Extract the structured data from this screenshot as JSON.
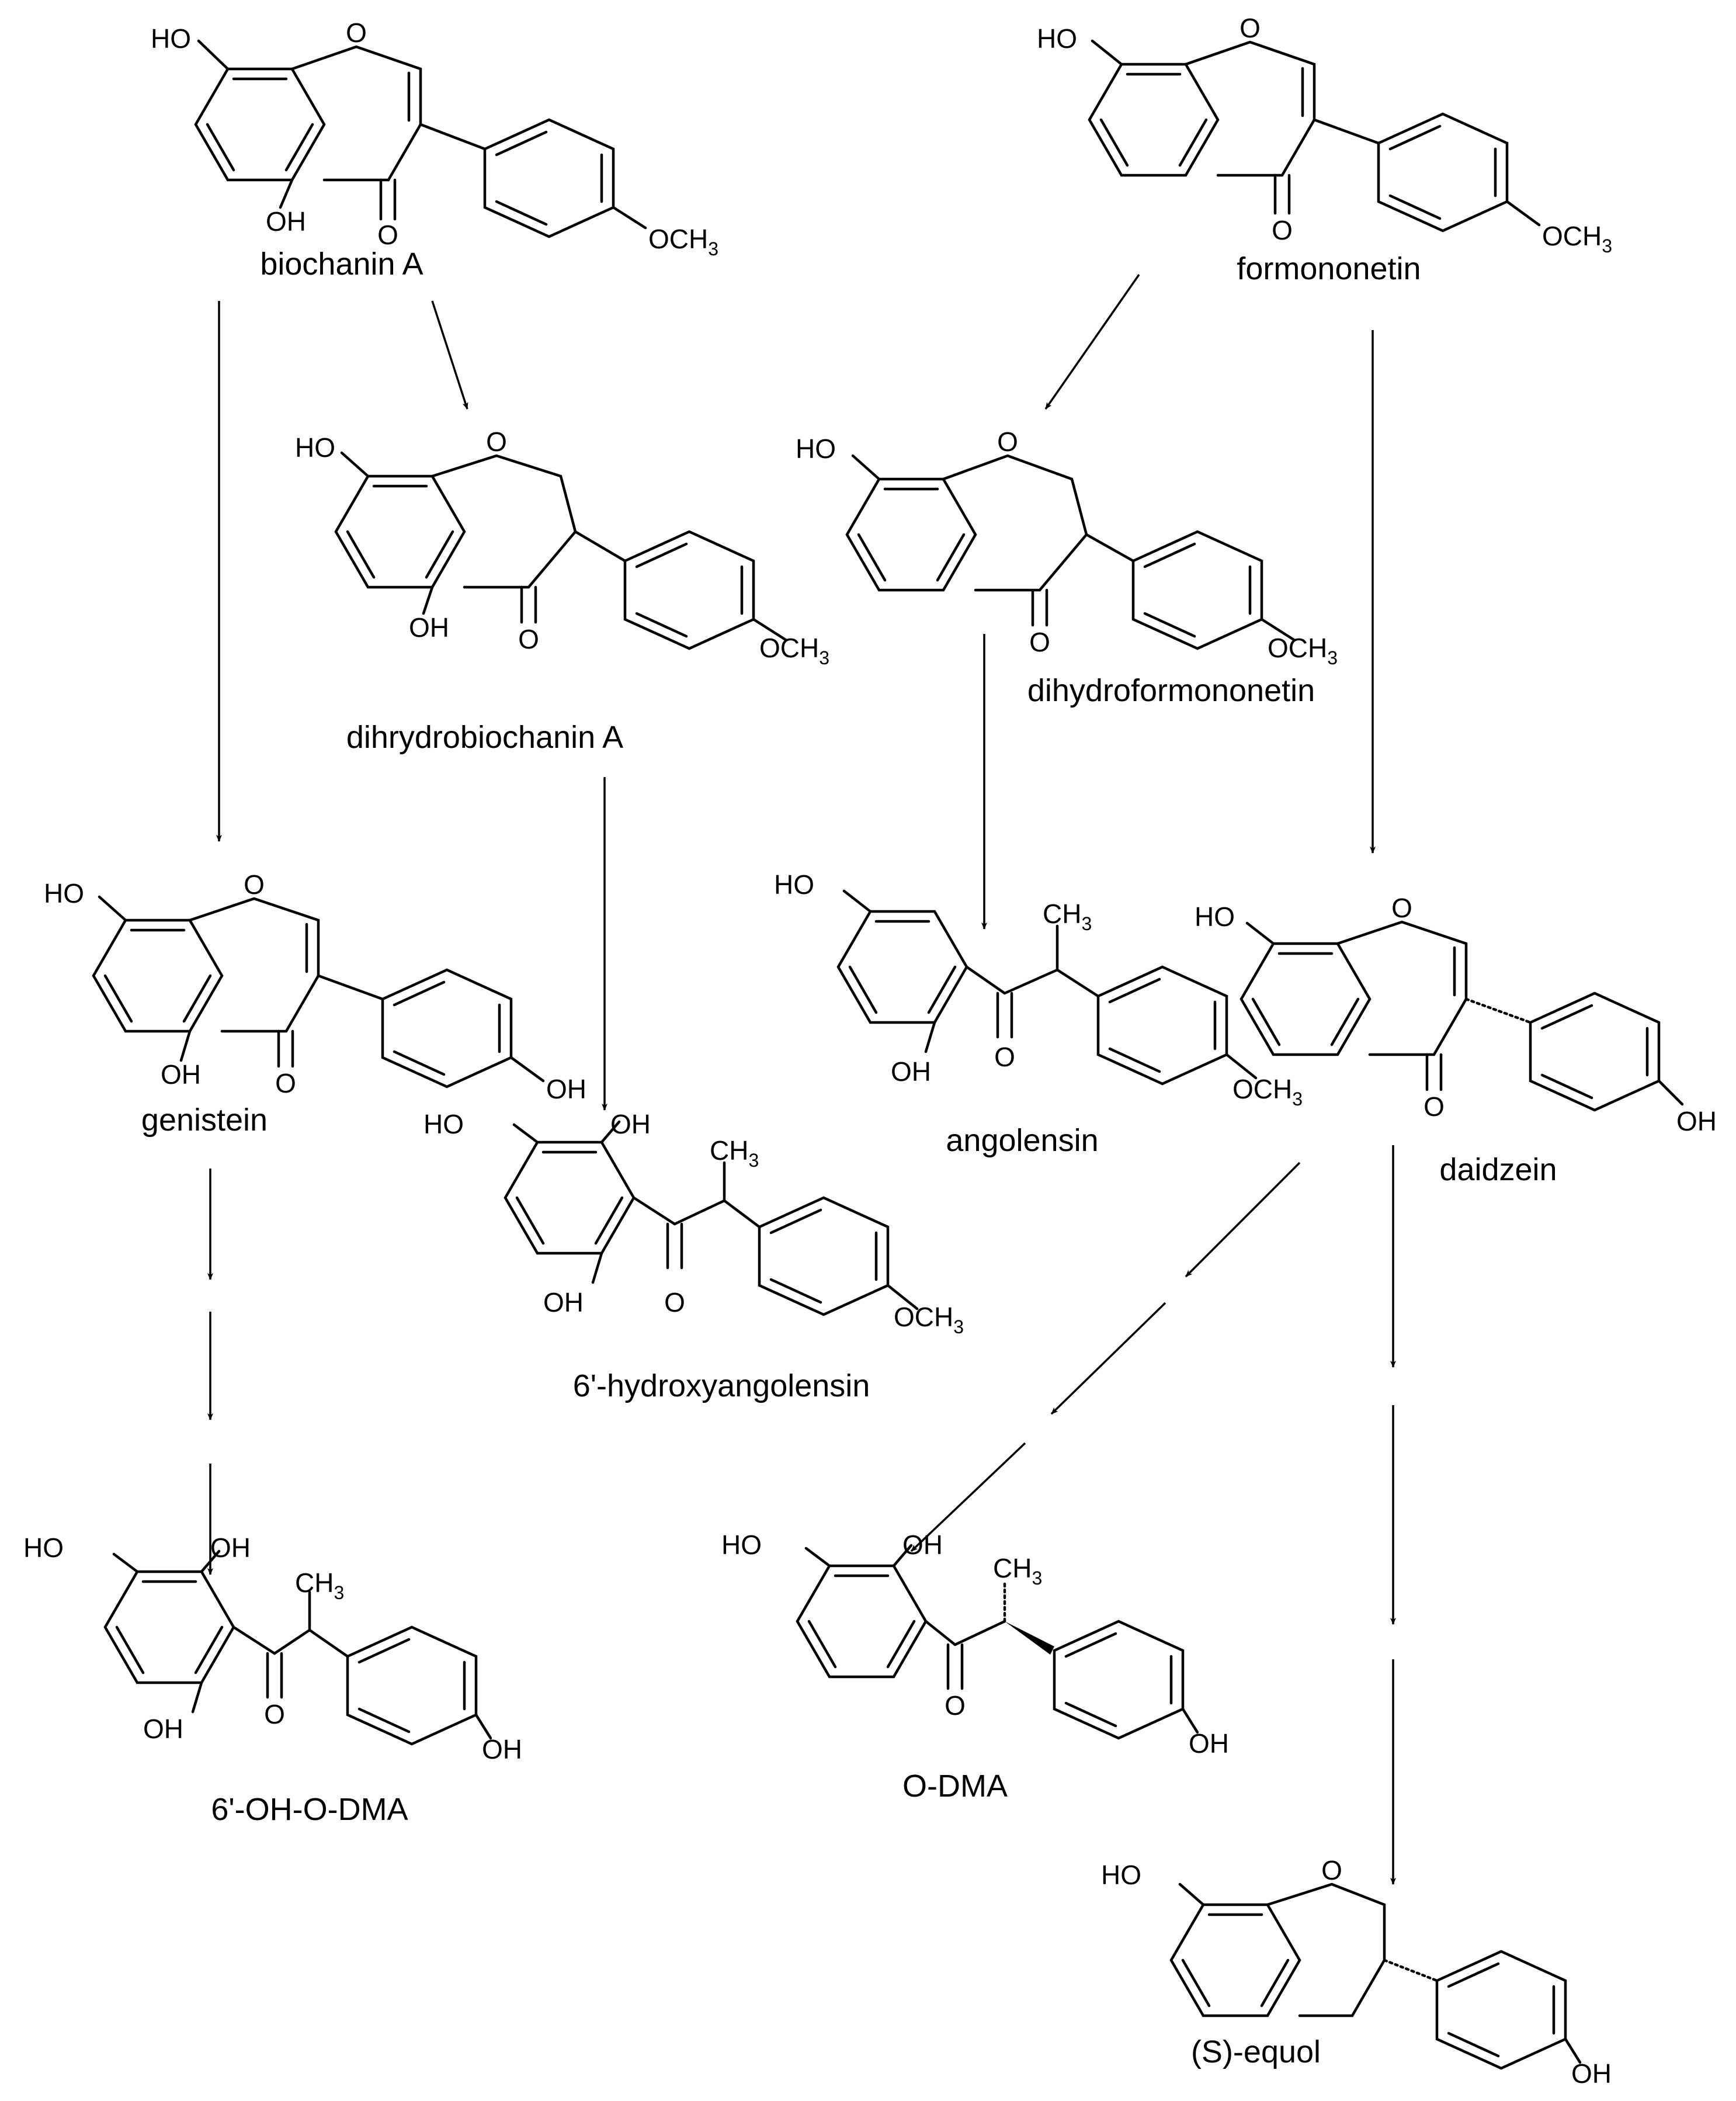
{
  "figure": {
    "compounds": [
      {
        "id": "biochanin_a",
        "name": "biochanin A",
        "atoms": [
          "HO",
          "O",
          "OH",
          "O",
          "OCH3"
        ]
      },
      {
        "id": "formononetin",
        "name": "formononetin",
        "atoms": [
          "HO",
          "O",
          "O",
          "OCH3"
        ]
      },
      {
        "id": "dihydrobiochanin_a",
        "name": "dihrydrobiochanin A",
        "atoms": [
          "HO",
          "O",
          "OH",
          "O",
          "OCH3"
        ]
      },
      {
        "id": "dihydroformononetin",
        "name": "dihydroformononetin",
        "atoms": [
          "HO",
          "O",
          "O",
          "OCH3"
        ]
      },
      {
        "id": "genistein",
        "name": "genistein",
        "atoms": [
          "HO",
          "O",
          "OH",
          "O",
          "OH"
        ]
      },
      {
        "id": "angolensin",
        "name": "angolensin",
        "atoms": [
          "HO",
          "OH",
          "O",
          "CH3",
          "OCH3"
        ]
      },
      {
        "id": "daidzein",
        "name": "daidzein",
        "atoms": [
          "HO",
          "O",
          "O",
          "OH"
        ]
      },
      {
        "id": "hydroxyangolensin",
        "name": "6'-hydroxyangolensin",
        "atoms": [
          "HO",
          "OH",
          "OH",
          "O",
          "CH3",
          "OCH3"
        ]
      },
      {
        "id": "oh_odma",
        "name": "6'-OH-O-DMA",
        "atoms": [
          "HO",
          "OH",
          "OH",
          "O",
          "CH3",
          "OH"
        ]
      },
      {
        "id": "odma",
        "name": "O-DMA",
        "atoms": [
          "HO",
          "OH",
          "O",
          "CH3",
          "OH"
        ]
      },
      {
        "id": "equol",
        "name": "(S)-equol",
        "atoms": [
          "HO",
          "O",
          "OH"
        ]
      }
    ]
  }
}
